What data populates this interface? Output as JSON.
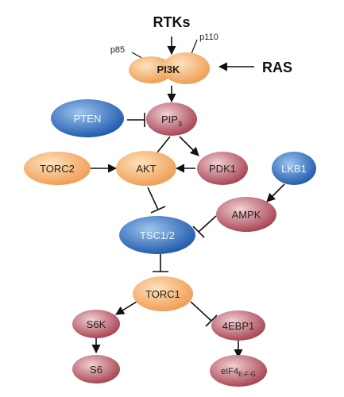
{
  "labels": {
    "rtks": "RTKs",
    "ras": "RAS",
    "p85": "p85",
    "p110": "p110"
  },
  "nodes": {
    "pi3k": "PI3K",
    "pten": "PTEN",
    "pip3": "PIP",
    "pip3_sub": "3",
    "torc2": "TORC2",
    "akt": "AKT",
    "pdk1": "PDK1",
    "lkb1": "LKB1",
    "ampk": "AMPK",
    "tsc12": "TSC1/2",
    "torc1": "TORC1",
    "s6k": "S6K",
    "ebp1": "4EBP1",
    "s6": "S6",
    "eif4": "eIF4",
    "eif4_sub": "E-F-G"
  },
  "colors": {
    "orange": "#f0a05a",
    "orange_light": "#fbd7a6",
    "red": "#a84050",
    "red_light": "#e8b2b8",
    "blue": "#1f5fb0",
    "blue_light": "#7fb0e6"
  }
}
